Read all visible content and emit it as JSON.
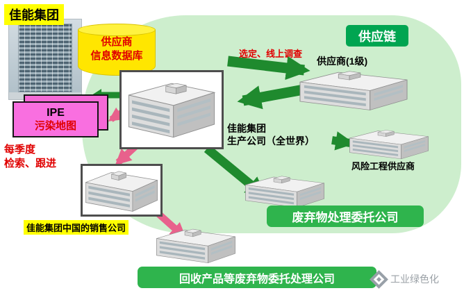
{
  "diagram": {
    "title": "佳能集团",
    "database": {
      "line1": "供应商",
      "line2": "信息数据库"
    },
    "ipe": {
      "title": "IPE",
      "subtitle": "污染地图"
    },
    "quarterly": {
      "line1": "每季度",
      "line2": "检索、跟进"
    },
    "supply_chain_badge": "供应链",
    "survey_label": "选定、线上调查",
    "supplier_tier1": "供应商(1级)",
    "production": {
      "line1": "佳能集团",
      "line2": "生产公司（全世界）"
    },
    "risk_supplier": "风险工程供应商",
    "china_sales": "佳能集团中国的销售公司",
    "waste_company": "废弃物处理委托公司",
    "recycle_company": "回收产品等废弃物委托处理公司",
    "watermark": "工业绿色化",
    "icons": {
      "brand-logo-icon": "gray diamond",
      "building-icons": "isometric gray factory buildings",
      "database-icon": "yellow cylinder"
    },
    "colors": {
      "background_blob": "#cdeecd",
      "green_badge": "#00a551",
      "green_banner": "#2fb44d",
      "arrow_green": "#1f8a2e",
      "arrow_pink": "#e8618c",
      "cylinder_yellow": "#ffe600",
      "ipe_pink": "#f96fe0",
      "red_text": "#e00000",
      "highlight_yellow": "#ffff00"
    }
  }
}
